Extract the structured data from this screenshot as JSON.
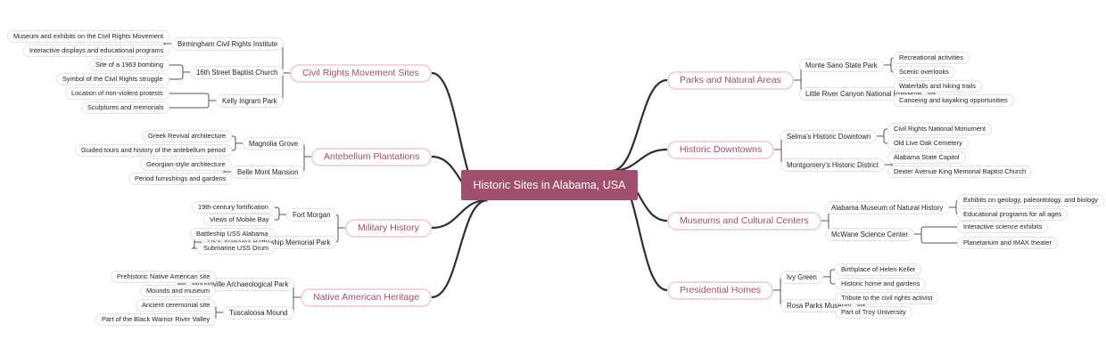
{
  "root": {
    "label": "Historic Sites in Alabama, USA"
  },
  "left_branches": [
    {
      "label": "Civil Rights Movement Sites",
      "children": [
        {
          "label": "Birmingham Civil Rights Institute",
          "leaves": [
            "Museum and exhibits on the Civil Rights Movement",
            "Interactive displays and educational programs"
          ]
        },
        {
          "label": "16th Street Baptist Church",
          "leaves": [
            "Site of a 1963 bombing",
            "Symbol of the Civil Rights struggle"
          ]
        },
        {
          "label": "Kelly Ingram Park",
          "leaves": [
            "Location of non-violent protests",
            "Sculptures and memorials"
          ]
        }
      ]
    },
    {
      "label": "Antebellum Plantations",
      "children": [
        {
          "label": "Magnolia Grove",
          "leaves": [
            "Greek Revival architecture",
            "Guided tours and history of the antebellum period"
          ]
        },
        {
          "label": "Belle Mont Mansion",
          "leaves": [
            "Georgian-style architecture",
            "Period furnishings and gardens"
          ]
        }
      ]
    },
    {
      "label": "Military History",
      "children": [
        {
          "label": "Fort Morgan",
          "leaves": [
            "19th-century fortification",
            "Views of Mobile Bay"
          ]
        },
        {
          "label": "USS Alabama Battleship Memorial Park",
          "leaves": [
            "Battleship USS Alabama",
            "Submarine USS Drum"
          ]
        }
      ]
    },
    {
      "label": "Native American Heritage",
      "children": [
        {
          "label": "Moundville Archaeological Park",
          "leaves": [
            "Prehistoric Native American site",
            "Mounds and museum"
          ]
        },
        {
          "label": "Tuscaloosa Mound",
          "leaves": [
            "Ancient ceremonial site",
            "Part of the Black Warrior River Valley"
          ]
        }
      ]
    }
  ],
  "right_branches": [
    {
      "label": "Parks and Natural Areas",
      "children": [
        {
          "label": "Monte Sano State Park",
          "leaves": [
            "Recreational activities",
            "Scenic overlooks"
          ]
        },
        {
          "label": "Little River Canyon National Preserve",
          "leaves": [
            "Waterfalls and hiking trails",
            "Canoeing and kayaking opportunities"
          ]
        }
      ]
    },
    {
      "label": "Historic Downtowns",
      "children": [
        {
          "label": "Selma's Historic Downtown",
          "leaves": [
            "Civil Rights National Monument",
            "Old Live Oak Cemetery"
          ]
        },
        {
          "label": "Montgomery's Historic District",
          "leaves": [
            "Alabama State Capitol",
            "Dexter Avenue King Memorial Baptist Church"
          ]
        }
      ]
    },
    {
      "label": "Museums and Cultural Centers",
      "children": [
        {
          "label": "Alabama Museum of Natural History",
          "leaves": [
            "Exhibits on geology, paleontology, and biology",
            "Educational programs for all ages"
          ]
        },
        {
          "label": "McWane Science Center",
          "leaves": [
            "Interactive science exhibits",
            "Planetarium and IMAX theater"
          ]
        }
      ]
    },
    {
      "label": "Presidential Homes",
      "children": [
        {
          "label": "Ivy Green",
          "leaves": [
            "Birthplace of Helen Keller",
            "Historic home and gardens"
          ]
        },
        {
          "label": "Rosa Parks Museum",
          "leaves": [
            "Tribute to the civil rights activist",
            "Part of Troy University"
          ]
        }
      ]
    }
  ]
}
